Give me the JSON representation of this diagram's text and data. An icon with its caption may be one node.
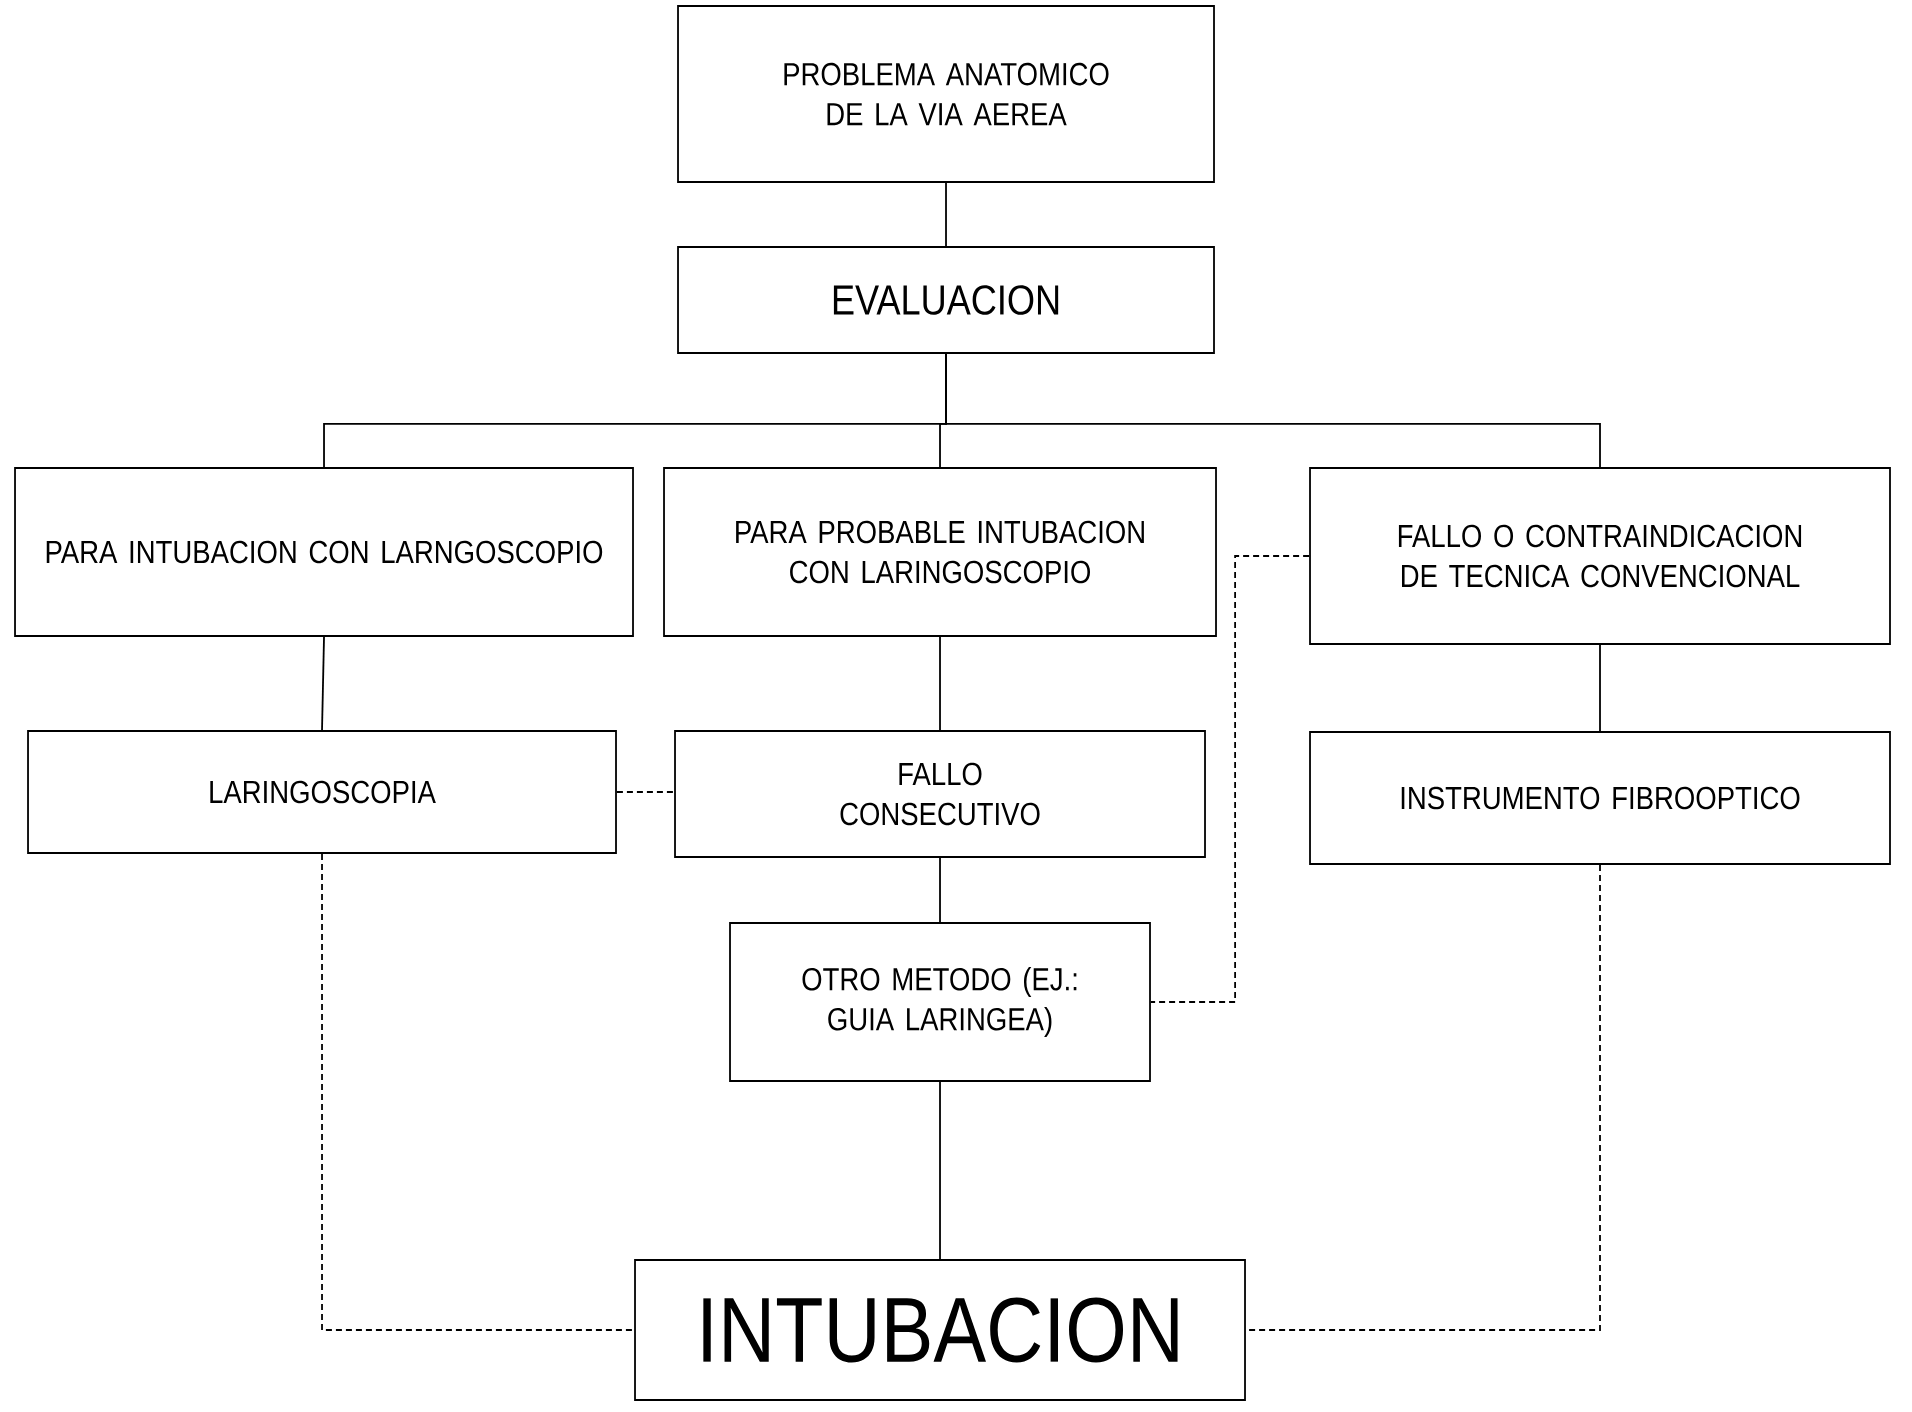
{
  "diagram": {
    "nodes": [
      {
        "text": [
          "PROBLEMA ANATOMICO DE LA VIA AEREA"
        ]
      },
      {
        "text": [
          "EVALUACION"
        ]
      },
      {
        "text": [
          "PARA INTUBACION CON LARNGOSCOPIO"
        ]
      },
      {
        "text": [
          "PARA PROBABLE INTUBACION CON LARINGOSCOPIO"
        ]
      },
      {
        "text": [
          "FALLO O CONTRAINDICACION DE TECNICA CONVENCIONAL"
        ]
      },
      {
        "text": [
          "LARINGOSCOPIA"
        ]
      },
      {
        "text": [
          "FALLO CONSECUTIVO"
        ]
      },
      {
        "text": [
          "INSTRUMENTO FIBROOPTICO"
        ]
      },
      {
        "text": [
          "OTRO METODO (EJ.: GUIA LARINGEA)"
        ]
      },
      {
        "text": [
          "INTUBACION"
        ]
      }
    ],
    "edges": [
      {
        "from": 0,
        "to": 1,
        "arrow": "none"
      },
      {
        "from": 1,
        "to": 2,
        "arrow": "none"
      },
      {
        "from": 1,
        "to": 3,
        "arrow": "none"
      },
      {
        "from": 1,
        "to": 4,
        "arrow": "none"
      },
      {
        "from": 2,
        "to": 5,
        "arrow": "none"
      },
      {
        "from": 3,
        "to": 6,
        "arrow": "none"
      },
      {
        "from": 4,
        "to": 7,
        "arrow": "none"
      },
      {
        "from": 5,
        "to": 6,
        "arrow": "none",
        "style": "dashed"
      },
      {
        "from": 6,
        "to": 8,
        "arrow": "none"
      },
      {
        "from": 4,
        "to": 8,
        "arrow": "none",
        "style": "dashed"
      },
      {
        "from": 8,
        "to": 9,
        "arrow": "none"
      },
      {
        "from": 5,
        "to": 9,
        "arrow": "none",
        "style": "dashed"
      },
      {
        "from": 7,
        "to": 9,
        "arrow": "none",
        "style": "dashed"
      }
    ]
  }
}
